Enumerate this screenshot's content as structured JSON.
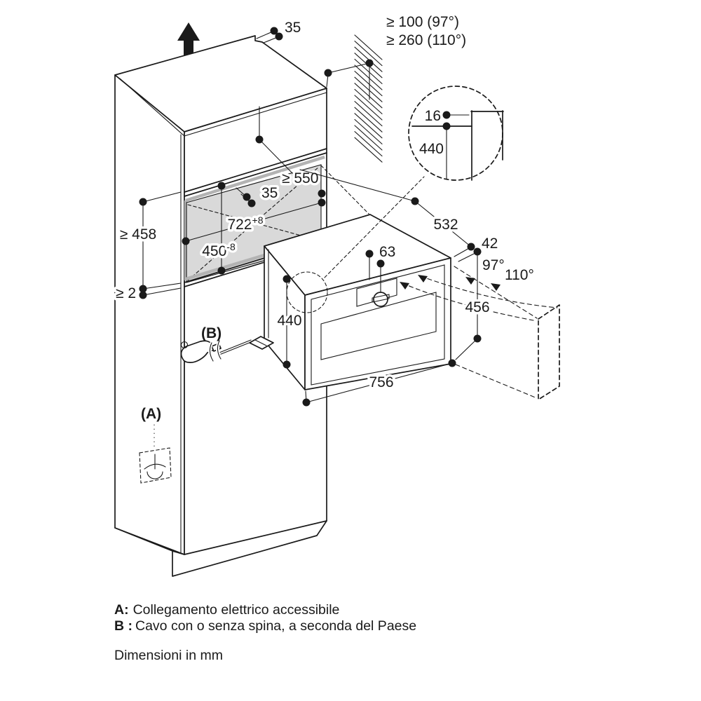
{
  "labels": {
    "top_offset": "35",
    "wall_min_1": "≥ 100 (97°)",
    "wall_min_2": "≥ 260 (110°)",
    "detail_gap": "16",
    "detail_height": "440",
    "niche_depth": "≥ 550",
    "niche_offset": "35",
    "niche_width": "722",
    "niche_width_tol": "+8",
    "niche_height": "450",
    "niche_height_tol": "-8",
    "side_min_height": "≥ 458",
    "bottom_gap": "≥ 2",
    "oven_depth": "532",
    "front_offset": "42",
    "angle_small": "97°",
    "angle_large": "110°",
    "front_height": "456",
    "knob_offset": "63",
    "body_height": "440",
    "oven_width": "756",
    "marker_a": "(A)",
    "marker_b": "(B)"
  },
  "legend": {
    "a_key": "A:",
    "a_text": "Collegamento elettrico accessibile",
    "b_key": "B :",
    "b_text": "Cavo con o senza spina, a seconda del Paese",
    "note": "Dimensioni in mm"
  },
  "colors": {
    "ink": "#1a1a1a",
    "panel_fill": "#d9d9d9",
    "panel_edge": "#b3b3b3",
    "background": "#ffffff"
  }
}
